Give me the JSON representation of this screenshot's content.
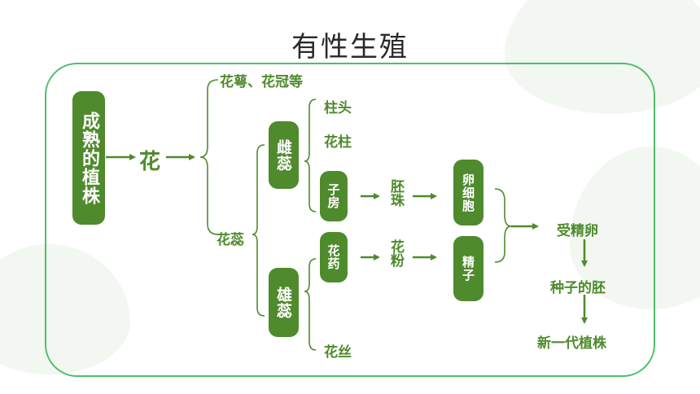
{
  "title": "有性生殖",
  "nodes": {
    "mature_plant": "成熟的植株",
    "flower": "花",
    "sepal_petal": "花萼、花冠等",
    "stamen_pistil": "花蕊",
    "pistil": "雌蕊",
    "stamen": "雄蕊",
    "stigma": "柱头",
    "style": "花柱",
    "ovary": "子房",
    "anther": "花药",
    "filament": "花丝",
    "ovule": "胚珠",
    "pollen": "花粉",
    "egg": "卵细胞",
    "sperm": "精子",
    "zygote": "受精卵",
    "embryo": "种子的胚",
    "new_plant": "新一代植株"
  },
  "colors": {
    "accent": "#4f8a2d",
    "frame": "#4fbf6a",
    "title": "#2a2a2a"
  }
}
